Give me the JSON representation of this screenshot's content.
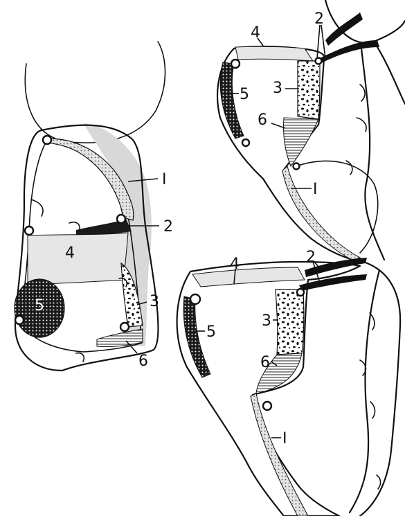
{
  "figure": {
    "colors": {
      "ink": "#111111",
      "paper": "#ffffff",
      "light_region": "#e6e6e6",
      "dark_band": "#1a1a1a",
      "shadow": "#d8d8d8"
    },
    "left_view": {
      "labels": [
        "I",
        "2",
        "4",
        "5",
        "3",
        "6"
      ]
    },
    "upper_right_view": {
      "labels": [
        "4",
        "2",
        "5",
        "3",
        "6",
        "I"
      ]
    },
    "lower_right_view": {
      "labels": [
        "4",
        "2",
        "5",
        "3",
        "6",
        "I"
      ]
    }
  }
}
